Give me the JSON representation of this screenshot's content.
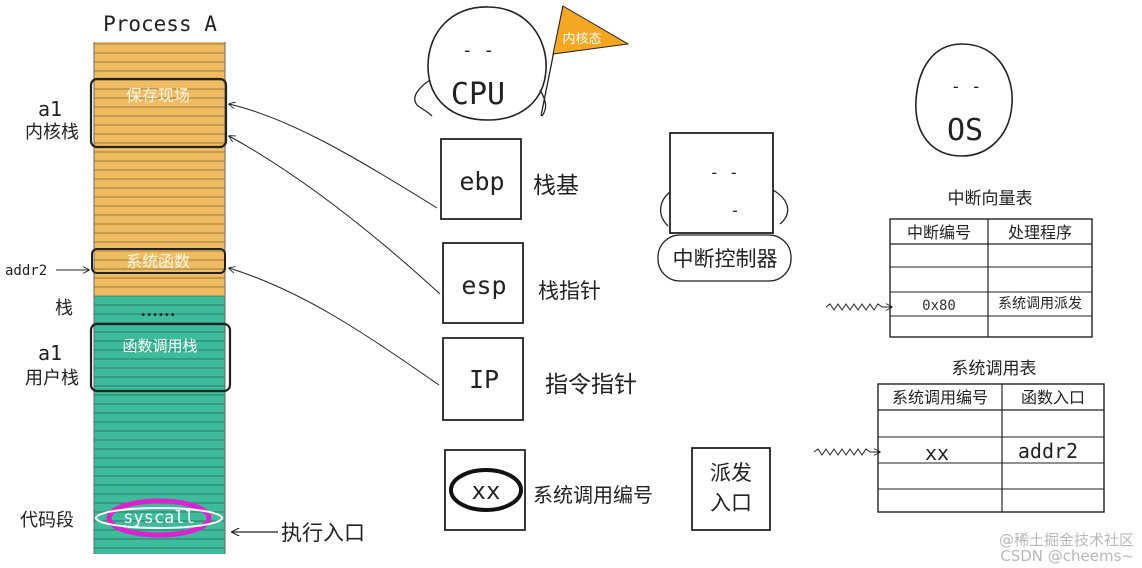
{
  "process": {
    "title": "Process A",
    "kernel_stack_label_1": "a1",
    "kernel_stack_label_2": "内核栈",
    "save_context": "保存现场",
    "syscall_function": "系统函数",
    "addr2": "addr2",
    "stack_label": "栈",
    "dots": "••••••",
    "user_stack_label_1": "a1",
    "user_stack_label_2": "用户栈",
    "function_call_stack": "函数调用栈",
    "code_segment_label": "代码段",
    "syscall": "syscall",
    "entry_label": "执行入口"
  },
  "cpu": {
    "face_eyes": "- -",
    "name": "CPU",
    "flag": "内核态"
  },
  "registers": [
    {
      "name": "ebp",
      "desc": "栈基"
    },
    {
      "name": "esp",
      "desc": "栈指针"
    },
    {
      "name": "IP",
      "desc": "指令指针"
    },
    {
      "name": "xx",
      "desc": "系统调用编号"
    }
  ],
  "dispatch": {
    "line1": "派发",
    "line2": "入口"
  },
  "interrupt_controller": {
    "label": "中断控制器"
  },
  "os": {
    "name": "OS"
  },
  "interrupt_vector_table": {
    "title": "中断向量表",
    "headers": [
      "中断编号",
      "处理程序"
    ],
    "rows": [
      [
        "",
        ""
      ],
      [
        "0x80",
        "系统调用派发"
      ],
      [
        "",
        ""
      ]
    ]
  },
  "syscall_table": {
    "title": "系统调用表",
    "headers": [
      "系统调用编号",
      "函数入口"
    ],
    "rows": [
      [
        "",
        ""
      ],
      [
        "xx",
        "addr2"
      ],
      [
        "",
        ""
      ],
      [
        "",
        ""
      ]
    ]
  },
  "watermark": {
    "line1": "@稀土掘金技术社区",
    "line2": "CSDN @cheems~"
  },
  "colors": {
    "kernel_stack": "#F0BC62",
    "user_stack": "#3DBB9A",
    "syscall_ring": "#E020D0",
    "flag": "#F5A623",
    "stroke": "#222222"
  }
}
